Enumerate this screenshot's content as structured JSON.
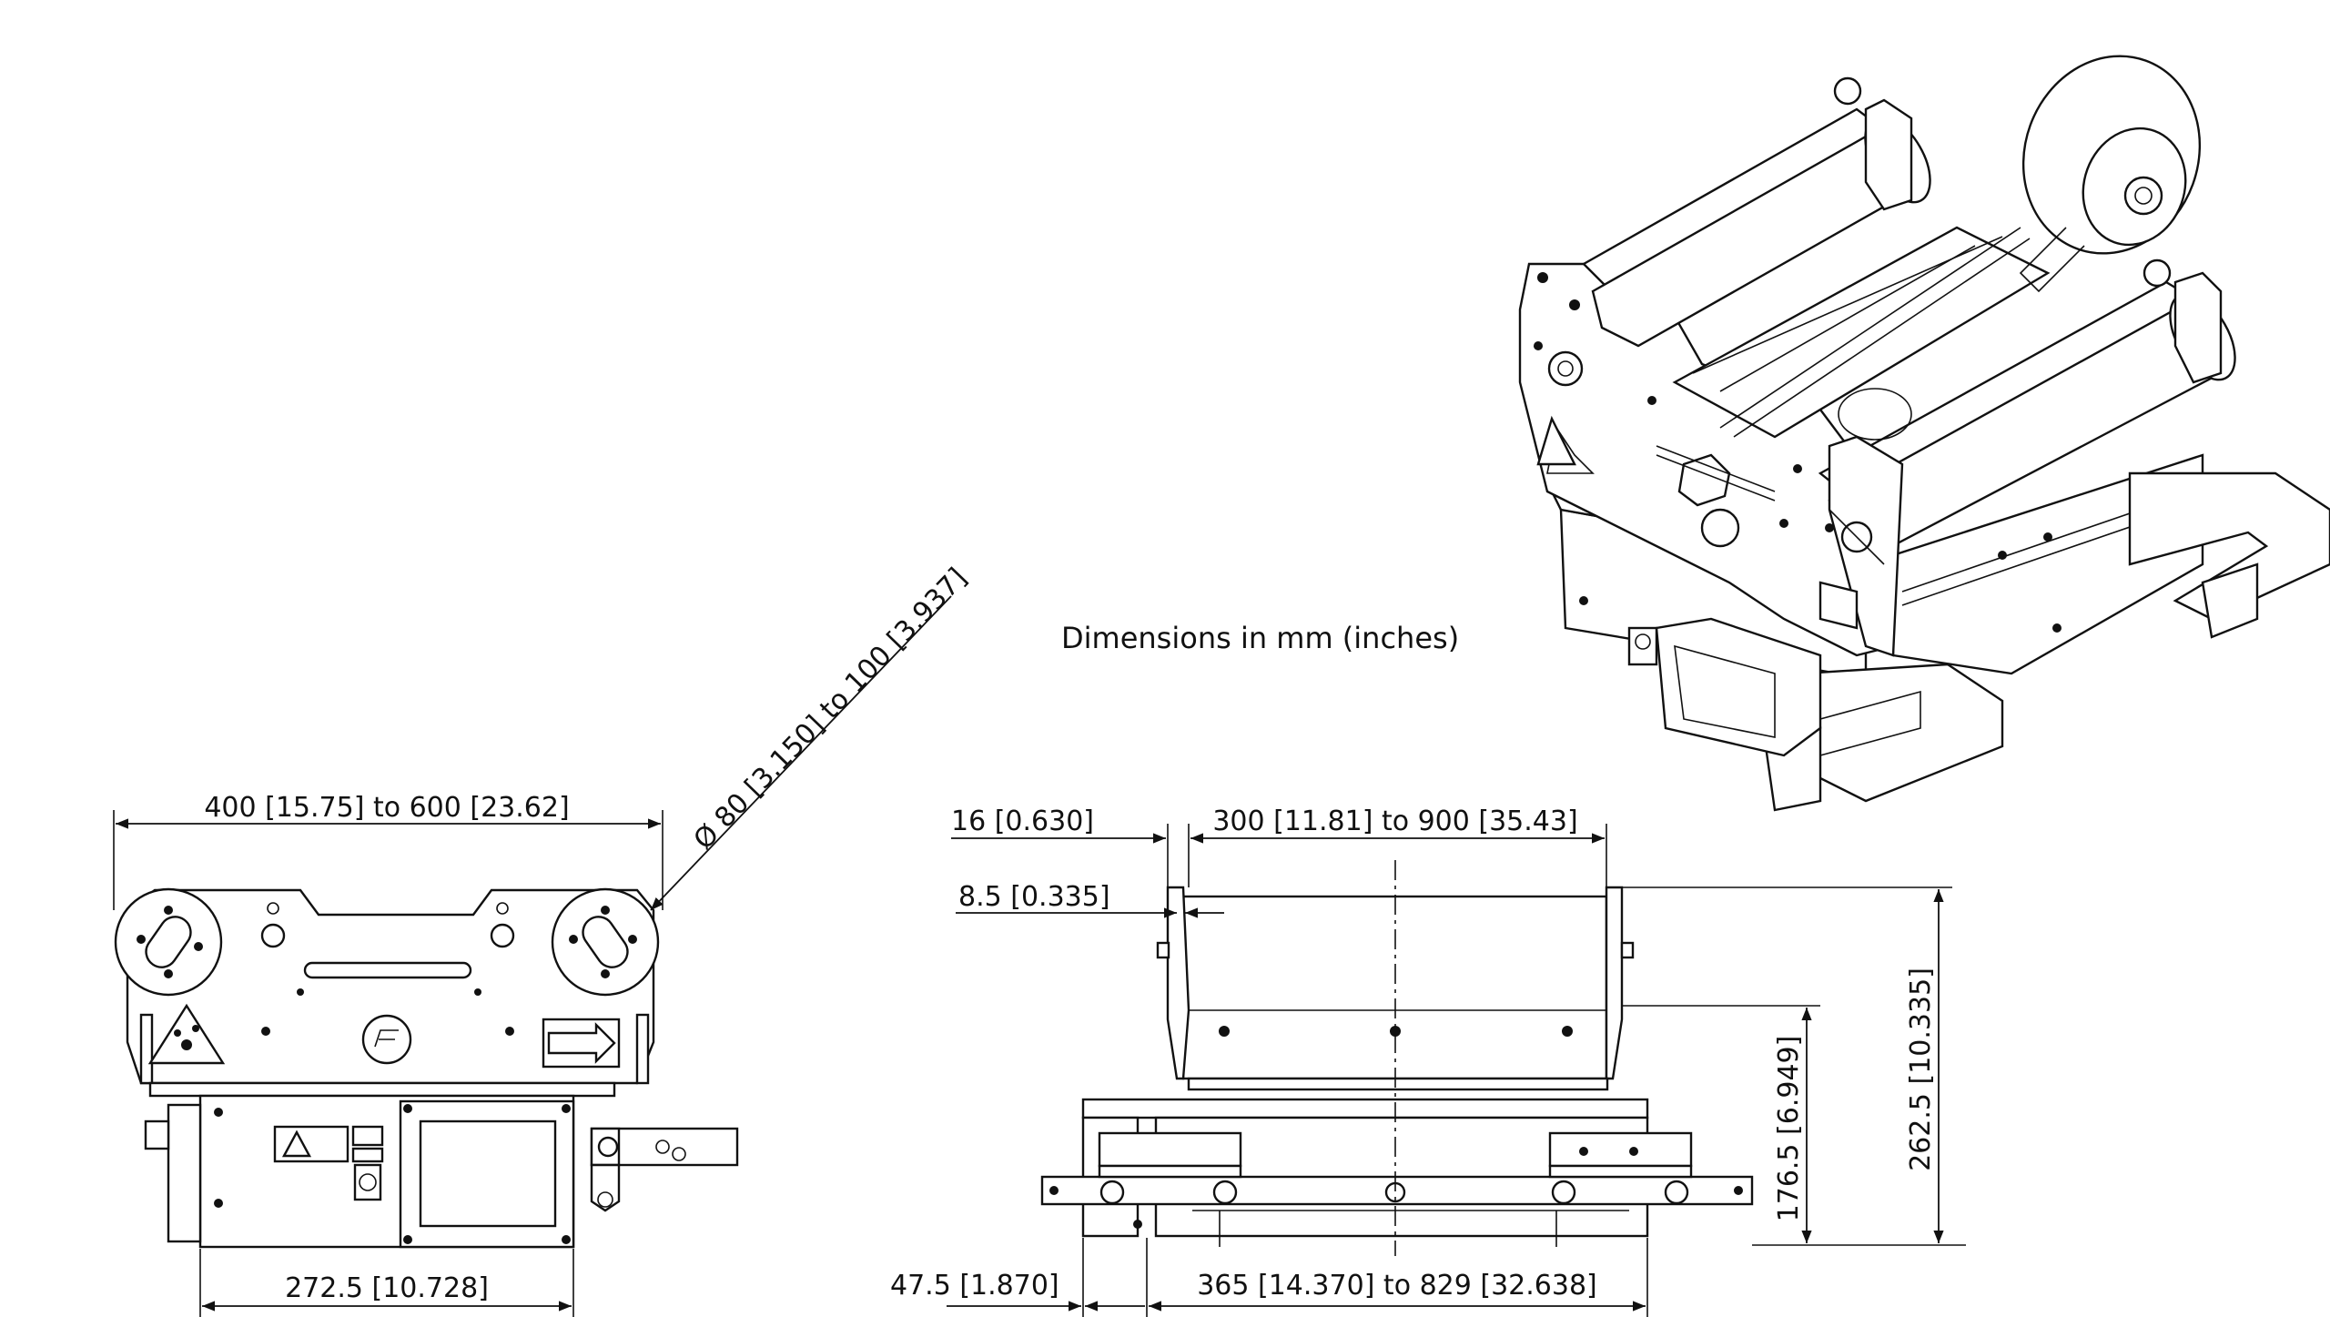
{
  "drawing": {
    "caption": "Dimensions in mm (inches)",
    "front_view": {
      "width_label": "400 [15.75] to 600 [23.62]",
      "diameter_label": "Ø 80 [3.150] to 100 [3.937]",
      "base_label": "272.5 [10.728]"
    },
    "side_view": {
      "offset_label": "16 [0.630]",
      "length_label": "300 [11.81] to 900 [35.43]",
      "gap_label": "8.5 [0.335]",
      "rail_offset_label": "47.5 [1.870]",
      "rail_length_label": "365 [14.370] to 829 [32.638]",
      "height_label": "176.5 [6.949]",
      "total_height_label": "262.5 [10.335]"
    }
  }
}
